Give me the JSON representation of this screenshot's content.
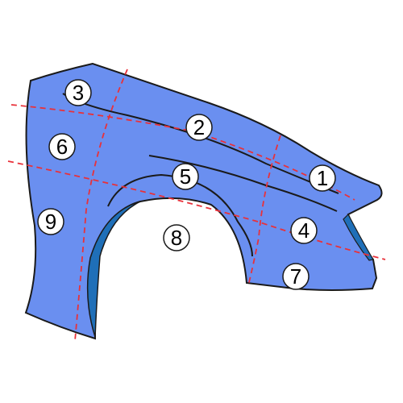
{
  "colors": {
    "background": "#ffffff",
    "panel_fill": "#6a8ff0",
    "panel_outline": "#1a1a1a",
    "wheel_arch_inner": "#1f6fb8",
    "grid_lines": "#e8313a",
    "label_fill": "#ffffff"
  },
  "zones": [
    {
      "id": "1",
      "label": "1"
    },
    {
      "id": "2",
      "label": "2"
    },
    {
      "id": "3",
      "label": "3"
    },
    {
      "id": "4",
      "label": "4"
    },
    {
      "id": "5",
      "label": "5"
    },
    {
      "id": "6",
      "label": "6"
    },
    {
      "id": "7",
      "label": "7"
    },
    {
      "id": "8",
      "label": "8"
    },
    {
      "id": "9",
      "label": "9"
    }
  ]
}
